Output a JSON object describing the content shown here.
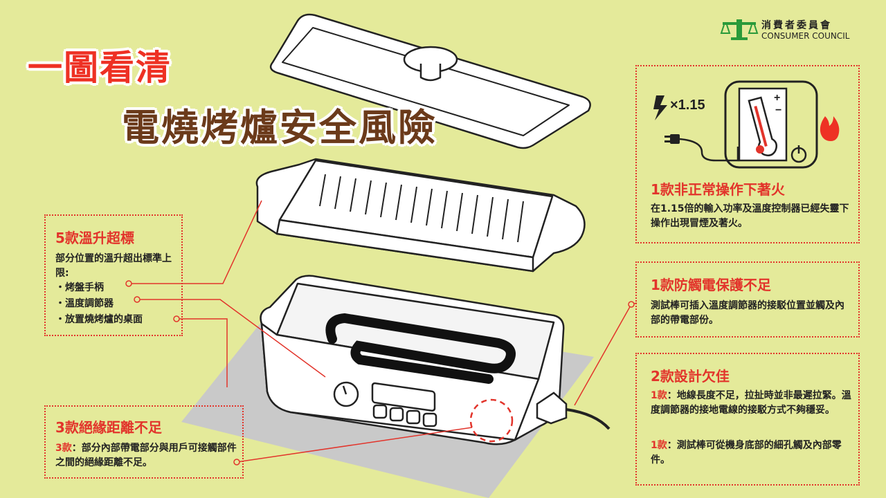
{
  "title": {
    "line1": "一圖看清",
    "line2": "電燒烤爐安全風險"
  },
  "logo": {
    "name_zh": "消費者委員會",
    "name_en": "CONSUMER COUNCIL",
    "icon": "consumer-council-logo"
  },
  "diagram": {
    "multiplier": "×1.15",
    "icons": [
      "lightning-icon",
      "plug-icon",
      "thermometer-icon",
      "fire-icon",
      "power-icon"
    ],
    "accent_color": "#e2342b",
    "background_color": "#e4ea9a"
  },
  "boxes": {
    "fire": {
      "heading": "1款非正常操作下著火",
      "body": "在1.15倍的輸入功率及溫度控制器已經失靈下操作出現冒煙及著火。"
    },
    "shock": {
      "heading": "1款防觸電保護不足",
      "body": "測試棒可插入溫度調節器的接駁位置並觸及內部的帶電部份。"
    },
    "design": {
      "heading": "2款設計欠佳",
      "item1_prefix": "1款",
      "item1_text": "：地線長度不足，拉扯時並非最遲拉緊。溫度調節器的接地電線的接駁方式不夠穩妥。",
      "item2_prefix": "1款",
      "item2_text": "：測試棒可從機身底部的細孔觸及內部零件。"
    },
    "temp": {
      "heading": "5款溫升超標",
      "intro": "部分位置的溫升超出標準上限:",
      "bullets": [
        "・烤盤手柄",
        "・溫度調節器",
        "・放置燒烤爐的桌面"
      ]
    },
    "insulation": {
      "heading": "3款絕緣距離不足",
      "prefix": "3款",
      "text": "：部分內部帶電部分與用戶可接觸部件之間的絕緣距離不足。"
    }
  }
}
